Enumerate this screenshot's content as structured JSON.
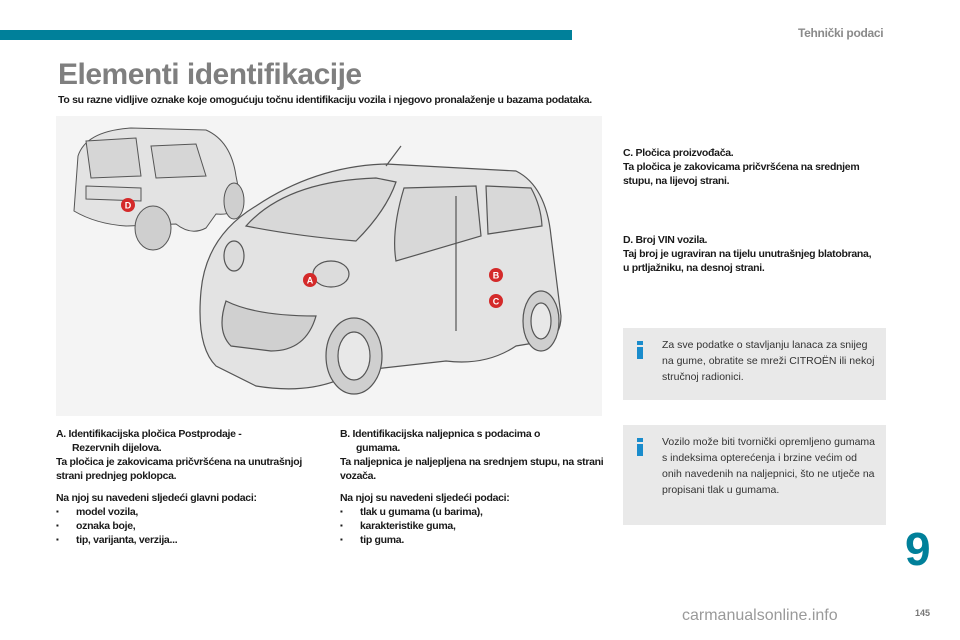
{
  "header": {
    "section_label": "Tehnički podaci",
    "accent_color": "#00809a"
  },
  "page": {
    "title": "Elementi identifikacije",
    "subtitle": "To su razne vidljive oznake koje omogućuju točnu identifikaciju vozila i njegovo pronalaženje u bazama podataka."
  },
  "illustration": {
    "markers": [
      "A",
      "B",
      "C",
      "D"
    ],
    "marker_color": "#d42a2a"
  },
  "callouts": {
    "c": {
      "heading": "C. Pločica proizvođača.",
      "body": "Ta pločica je zakovicama pričvršćena na srednjem stupu, na lijevoj strani."
    },
    "d": {
      "heading": "D. Broj VIN vozila.",
      "body": "Taj broj je ugraviran na tijelu unutrašnjeg blatobrana, u prtljažniku, na desnoj strani."
    }
  },
  "captions": {
    "a": {
      "heading_line1": "A. Identifikacijska pločica Postprodaje -",
      "heading_line2": "Rezervnih dijelova.",
      "body": "Ta pločica je zakovicama pričvršćena na unutrašnjoj strani prednjeg poklopca.",
      "list_intro": "Na njoj su navedeni sljedeći glavni podaci:",
      "items": [
        "model vozila,",
        "oznaka boje,",
        "tip, varijanta, verzija..."
      ]
    },
    "b": {
      "heading_line1": "B. Identifikacijska naljepnica s podacima o",
      "heading_line2": "gumama.",
      "body": "Ta naljepnica je naljepljena na srednjem stupu, na strani vozača.",
      "list_intro": "Na njoj su navedeni sljedeći podaci:",
      "items": [
        "tlak u gumama (u barima),",
        "karakteristike guma,",
        "tip guma."
      ]
    }
  },
  "info_boxes": [
    {
      "icon": "info-icon",
      "text": "Za sve podatke o stavljanju lanaca za snijeg na gume, obratite se mreži CITROËN ili nekoj stručnoj radionici."
    },
    {
      "icon": "info-icon",
      "text": "Vozilo može biti tvornički opremljeno gumama s indeksima opterećenja i brzine većim od onih navedenih na naljepnici, što ne utječe na propisani tlak u gumama."
    }
  ],
  "footer": {
    "chapter_number": "9",
    "page_number": "145",
    "watermark": "carmanualsonline.info"
  }
}
